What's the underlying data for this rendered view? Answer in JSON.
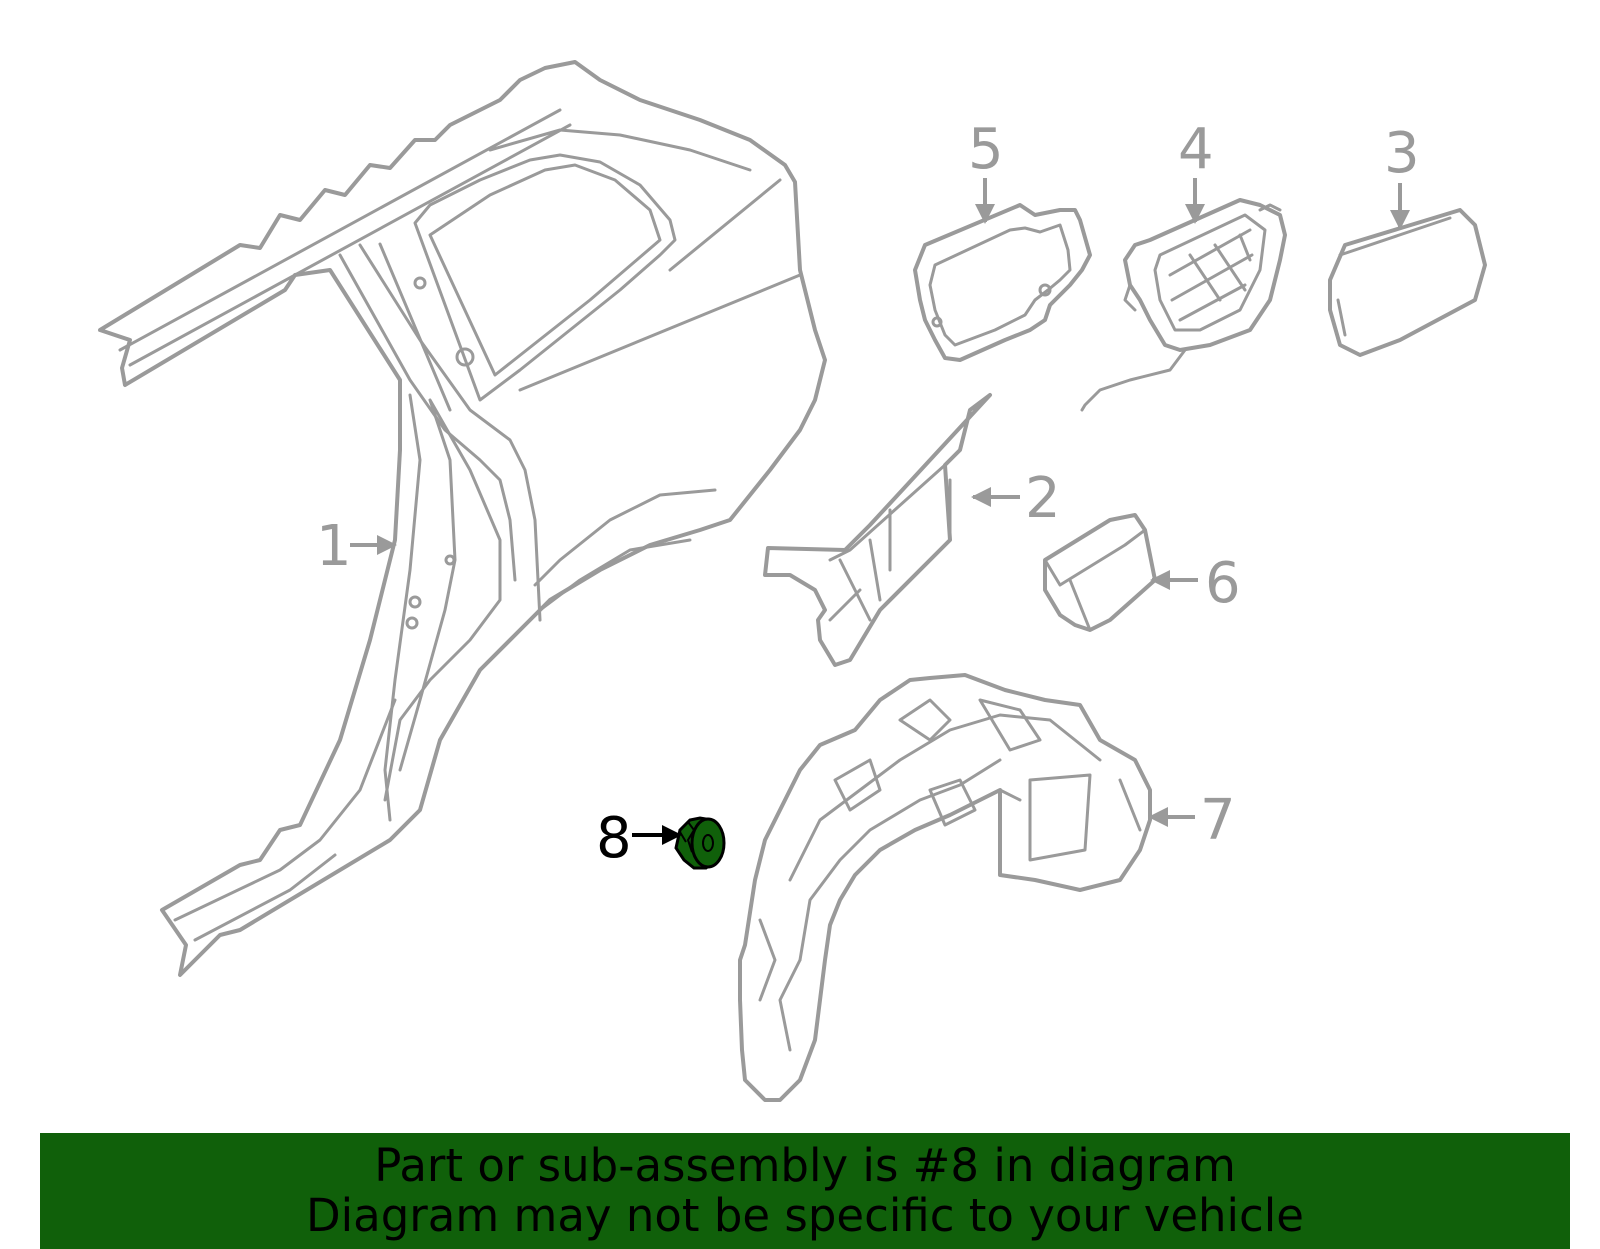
{
  "colors": {
    "highlight": "#10600a",
    "part_stroke": "#9a9a9a",
    "banner_bg": "#10600a",
    "banner_text": "#000000"
  },
  "callouts": [
    {
      "id": "1",
      "label": "1"
    },
    {
      "id": "2",
      "label": "2"
    },
    {
      "id": "3",
      "label": "3"
    },
    {
      "id": "4",
      "label": "4"
    },
    {
      "id": "5",
      "label": "5"
    },
    {
      "id": "6",
      "label": "6"
    },
    {
      "id": "7",
      "label": "7"
    },
    {
      "id": "8",
      "label": "8",
      "highlighted": true
    }
  ],
  "banner": {
    "line1": "Part or sub-assembly is #8 in diagram",
    "line2": "Diagram may not be specific to your vehicle"
  }
}
